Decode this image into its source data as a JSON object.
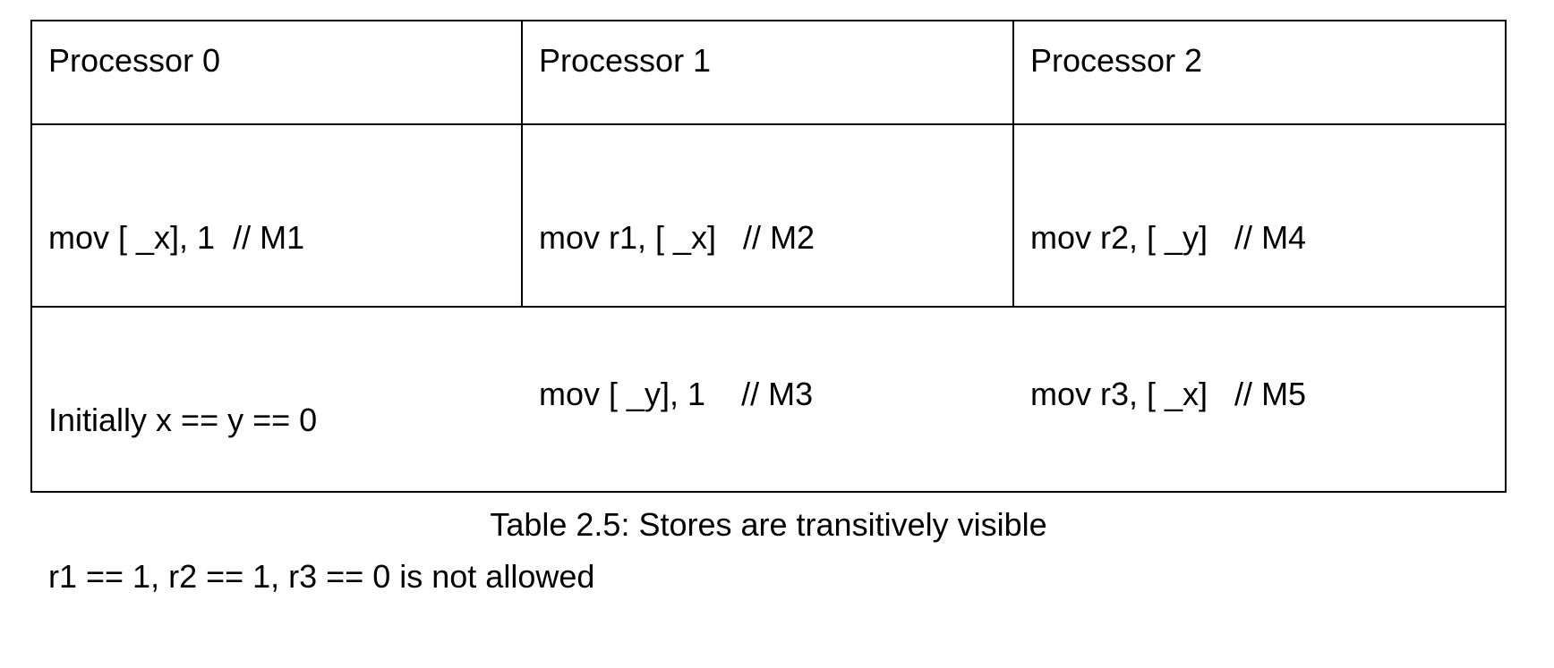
{
  "table": {
    "headers": [
      "Processor 0",
      "Processor 1",
      "Processor 2"
    ],
    "code": [
      [
        "mov [ _x], 1  // M1"
      ],
      [
        "mov r1, [ _x]   // M2",
        "mov [ _y], 1    // M3"
      ],
      [
        "mov r2, [ _y]   // M4",
        "mov r3, [ _x]   // M5"
      ]
    ],
    "notes": [
      "Initially x == y == 0",
      "r1 == 1, r2 == 1, r3 == 0 is not allowed"
    ]
  },
  "caption": "Table 2.5: Stores are transitively visible"
}
